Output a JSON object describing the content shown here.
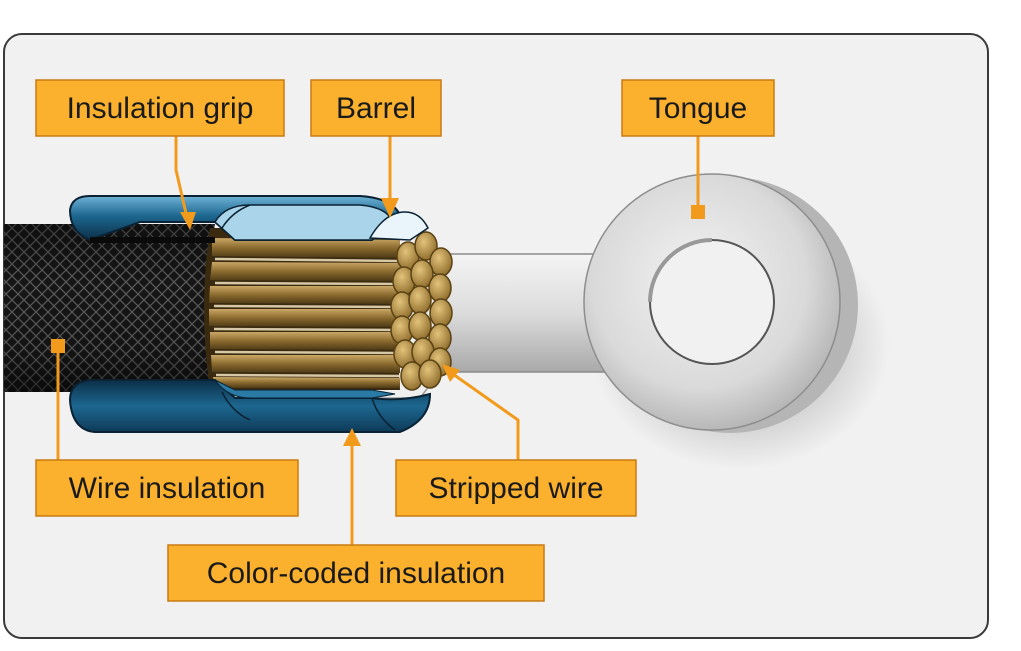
{
  "labels": {
    "insulation_grip": "Insulation grip",
    "barrel": "Barrel",
    "tongue": "Tongue",
    "wire_insulation": "Wire insulation",
    "stripped_wire": "Stripped wire",
    "color_coded_insulation": "Color-coded insulation"
  },
  "colors": {
    "callout_fill": "#fbb12e",
    "callout_border": "#c97b12",
    "leader_line": "#f29a1c",
    "panel_background": "#f1f1f1",
    "panel_border": "#3a3a3a",
    "sleeve_blue": "#1f5f86",
    "wire_insulation": "#1c1c1c",
    "copper_strand": "#b08a3c",
    "terminal_metal": "#dcdcdc"
  }
}
